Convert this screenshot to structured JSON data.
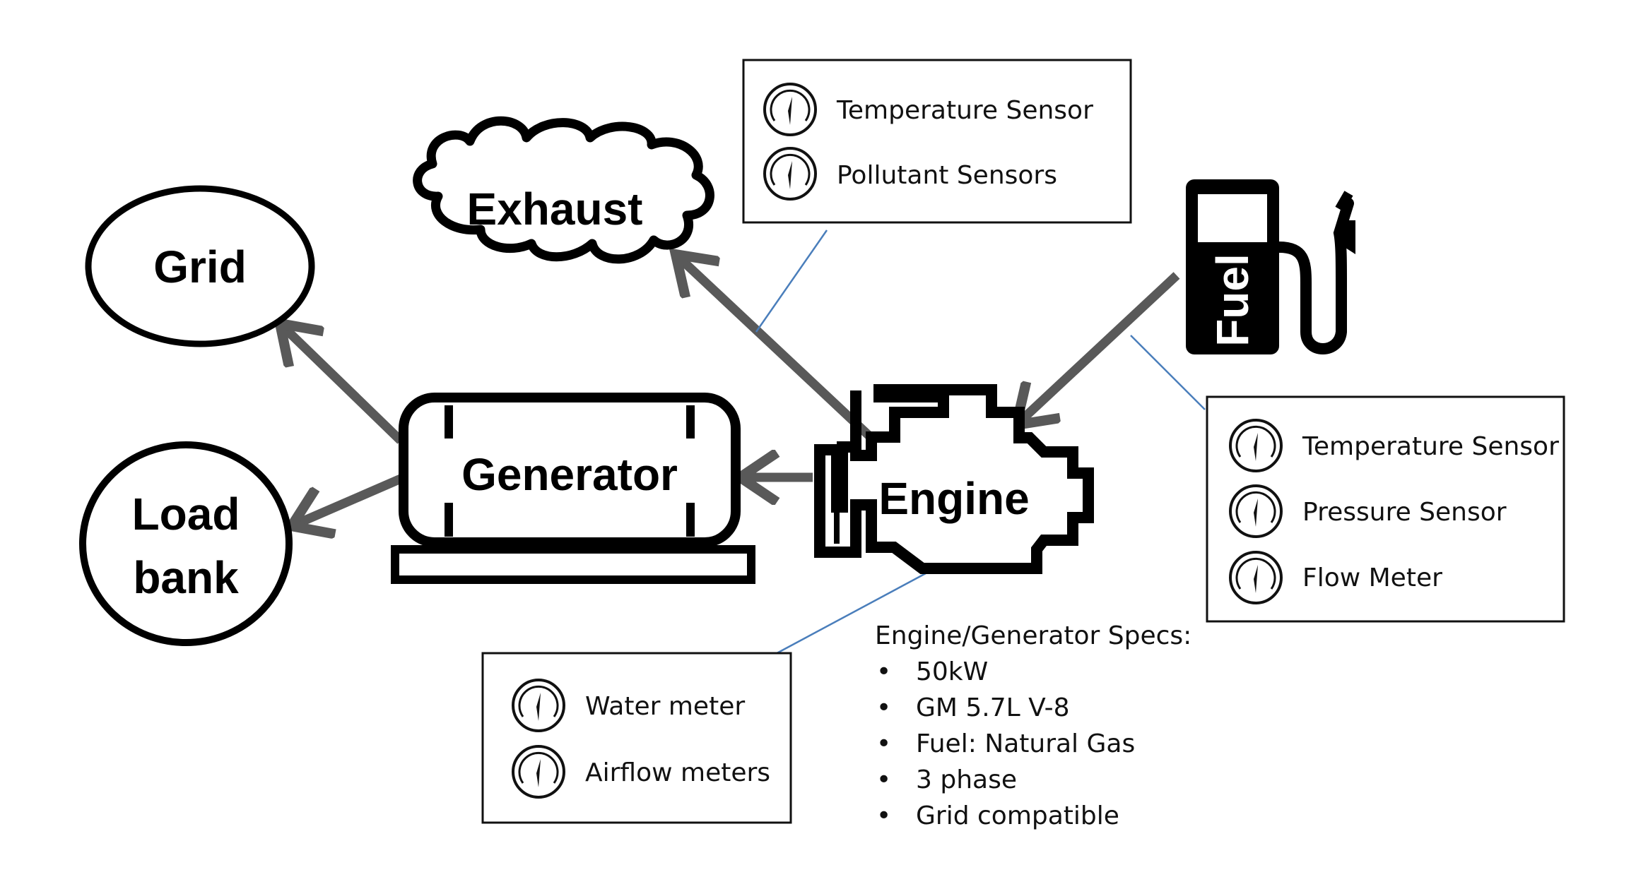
{
  "nodes": {
    "grid": "Grid",
    "load_bank_line1": "Load",
    "load_bank_line2": "bank",
    "generator": "Generator",
    "engine": "Engine",
    "exhaust": "Exhaust",
    "fuel": "Fuel"
  },
  "sensor_boxes": {
    "exhaust": [
      {
        "label": "Temperature Sensor",
        "icon": "gauge-icon"
      },
      {
        "label": "Pollutant Sensors",
        "icon": "gauge-icon"
      }
    ],
    "fuel": [
      {
        "label": "Temperature Sensor",
        "icon": "gauge-icon"
      },
      {
        "label": "Pressure Sensor",
        "icon": "gauge-icon"
      },
      {
        "label": "Flow Meter",
        "icon": "gauge-icon"
      }
    ],
    "engine": [
      {
        "label": "Water meter",
        "icon": "gauge-icon"
      },
      {
        "label": "Airflow meters",
        "icon": "gauge-icon"
      }
    ]
  },
  "specs": {
    "title": "Engine/Generator Specs:",
    "bullet": "•",
    "items": [
      "50kW",
      "GM 5.7L V-8",
      "Fuel: Natural Gas",
      "3 phase",
      "Grid compatible"
    ]
  },
  "colors": {
    "arrow": "#595959",
    "leader": "#4a7ebb",
    "ink": "#000000"
  }
}
